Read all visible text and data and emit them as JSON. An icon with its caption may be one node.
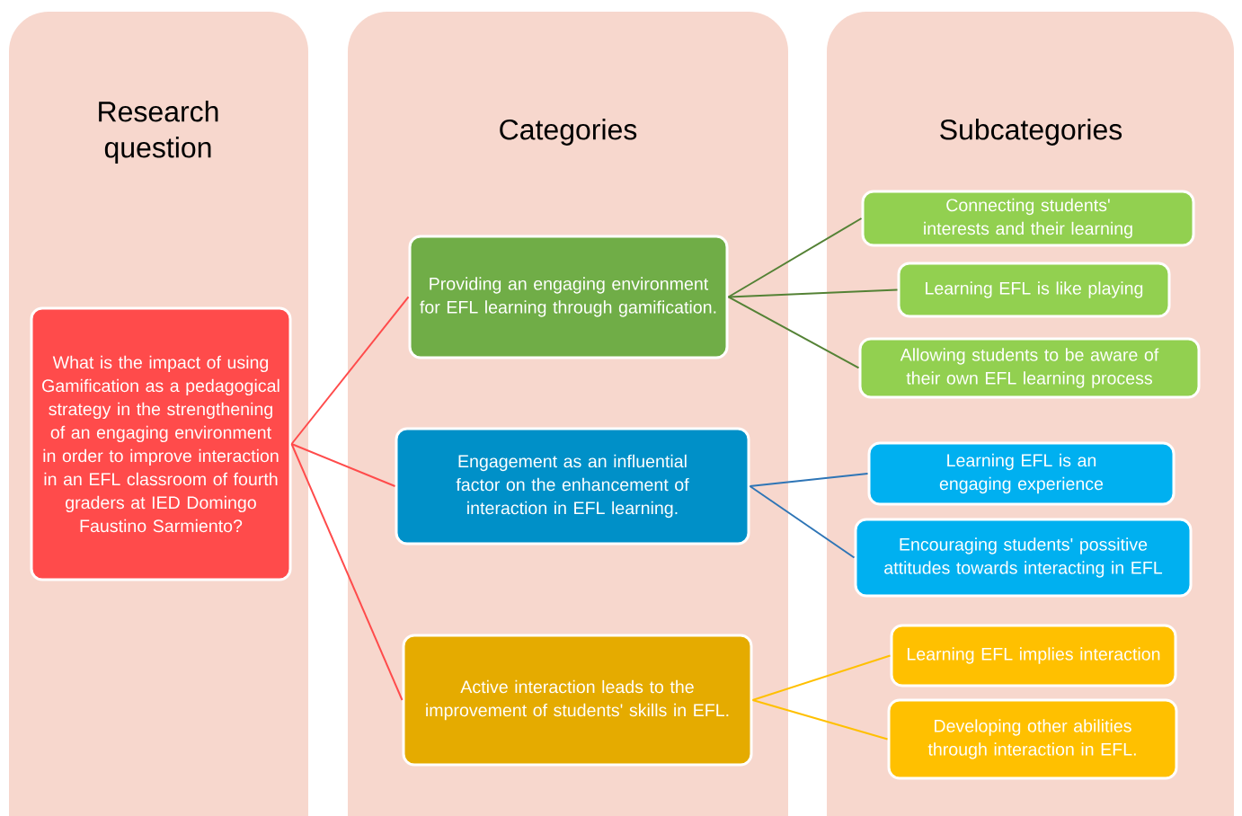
{
  "diagram": {
    "nodes": [
      {
        "text": [
          "Research question"
        ]
      },
      {
        "text": [
          "Categories"
        ]
      },
      {
        "text": [
          "Subcategories"
        ]
      },
      {
        "text": [
          "What is the impact of using Gamification as a pedagogical strategy in the strengthening of an engaging environment in order to improve interaction in an EFL classroom of fourth graders at IED Domingo Faustino Sarmiento?"
        ],
        "in": 0
      },
      {
        "text": [
          "Providing an engaging environment for EFL learning through gamification."
        ],
        "in": 1
      },
      {
        "text": [
          "Engagement as an influential factor on the enhancement of interaction in EFL learning."
        ],
        "in": 1
      },
      {
        "text": [
          "Active interaction leads to the improvement of students' skills in EFL."
        ],
        "in": 1
      },
      {
        "text": [
          "Connecting students' interests and their learning"
        ],
        "in": 2
      },
      {
        "text": [
          "Learning EFL is like playing"
        ],
        "in": 2
      },
      {
        "text": [
          "Allowing students to be aware of their own EFL learning process"
        ],
        "in": 2
      },
      {
        "text": [
          "Learning EFL is an engaging experience"
        ],
        "in": 2
      },
      {
        "text": [
          "Encouraging students' possitive attitudes towards interacting in EFL"
        ],
        "in": 2
      },
      {
        "text": [
          "Learning EFL implies interaction"
        ],
        "in": 2
      },
      {
        "text": [
          "Developing other abilities through interaction in EFL."
        ],
        "in": 2
      }
    ],
    "edges": [
      {
        "from": 3,
        "to": 4,
        "arrow": "none",
        "color": "#ff4b4b"
      },
      {
        "from": 3,
        "to": 5,
        "arrow": "none",
        "color": "#ff4b4b"
      },
      {
        "from": 3,
        "to": 6,
        "arrow": "none",
        "color": "#ff4b4b"
      },
      {
        "from": 4,
        "to": 7,
        "arrow": "none",
        "color": "#548235"
      },
      {
        "from": 4,
        "to": 8,
        "arrow": "none",
        "color": "#548235"
      },
      {
        "from": 4,
        "to": 9,
        "arrow": "none",
        "color": "#548235"
      },
      {
        "from": 5,
        "to": 10,
        "arrow": "none",
        "color": "#2e75b6"
      },
      {
        "from": 5,
        "to": 11,
        "arrow": "none",
        "color": "#2e75b6"
      },
      {
        "from": 6,
        "to": 12,
        "arrow": "none",
        "color": "#ffc000"
      },
      {
        "from": 6,
        "to": 13,
        "arrow": "none",
        "color": "#ffc000"
      }
    ]
  }
}
